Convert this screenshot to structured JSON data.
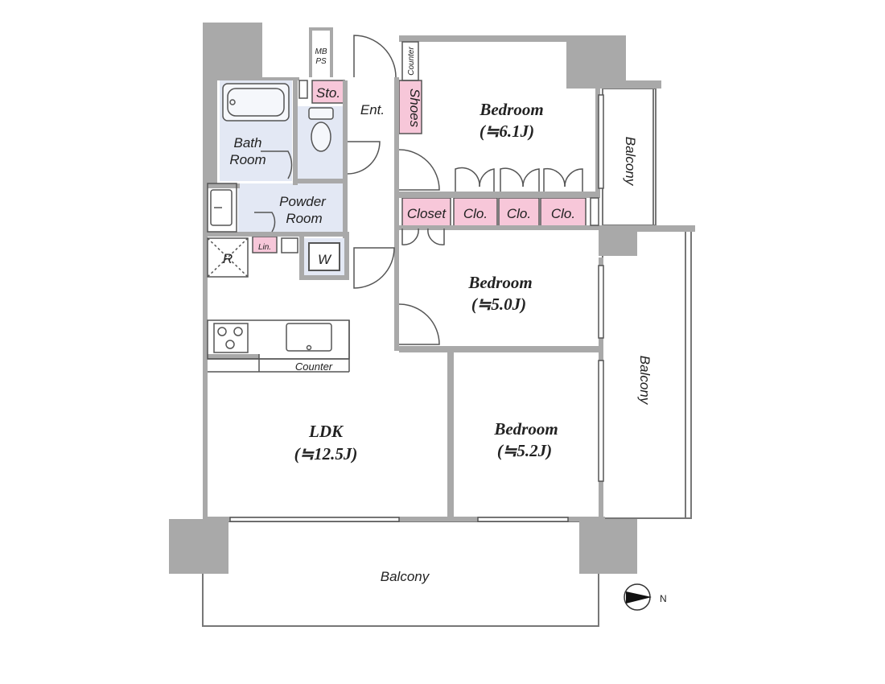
{
  "labels": {
    "mb_ps_top": "MB",
    "mb_ps_bottom": "PS",
    "sto": "Sto.",
    "ent": "Ent.",
    "counter_top": "Counter",
    "shoes": "Shoes",
    "bedroom1_name": "Bedroom",
    "bedroom1_size": "(≒6.1J)",
    "balcony_right_top": "Balcony",
    "bath_line1": "Bath",
    "bath_line2": "Room",
    "powder_line1": "Powder",
    "powder_line2": "Room",
    "closet": "Closet",
    "clo1": "Clo.",
    "clo2": "Clo.",
    "clo3": "Clo.",
    "refrigerator": "R",
    "linen": "Lin.",
    "washer": "W",
    "bedroom2_name": "Bedroom",
    "bedroom2_size": "(≒5.0J)",
    "counter_kitchen": "Counter",
    "balcony_right_mid": "Balcony",
    "ldk_name": "LDK",
    "ldk_size": "(≒12.5J)",
    "bedroom3_name": "Bedroom",
    "bedroom3_size": "(≒5.2J)",
    "balcony_bottom": "Balcony",
    "north": "N"
  },
  "colors": {
    "wall": "#a9a9a9",
    "column": "#9e9e9e",
    "line": "#555555",
    "wet_area": "#e3e8f4",
    "storage_pink": "#f7c7d9",
    "floor": "#ffffff"
  }
}
